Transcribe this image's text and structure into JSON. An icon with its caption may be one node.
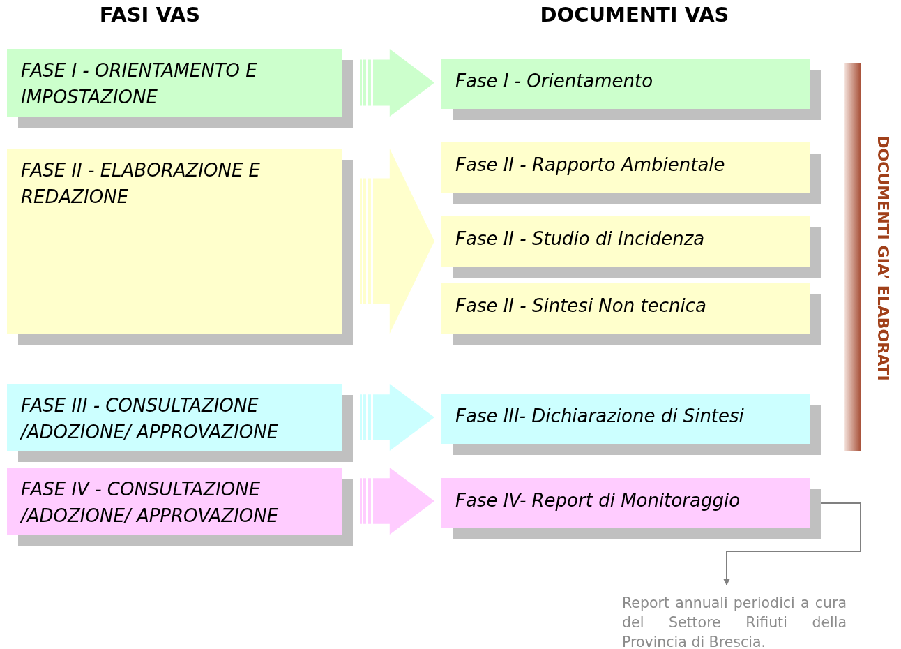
{
  "diagram": {
    "nodes": [
      {
        "text": [
          "FASE I - ORIENTAMENTO E IMPOSTAZIONE"
        ]
      },
      {
        "text": [
          "FASE II - ELABORAZIONE E REDAZIONE"
        ]
      },
      {
        "text": [
          "FASE III - CONSULTAZIONE /ADOZIONE/ APPROVAZIONE"
        ]
      },
      {
        "text": [
          "FASE IV - CONSULTAZIONE /ADOZIONE/ APPROVAZIONE"
        ]
      },
      {
        "text": [
          "Fase I - Orientamento"
        ]
      },
      {
        "text": [
          "Fase II - Rapporto Ambientale"
        ]
      },
      {
        "text": [
          "Fase II - Studio di Incidenza"
        ]
      },
      {
        "text": [
          "Fase II - Sintesi Non tecnica"
        ]
      },
      {
        "text": [
          "Fase III- Dichiarazione di Sintesi"
        ]
      },
      {
        "text": [
          "Fase IV- Report di Monitoraggio"
        ]
      },
      {
        "text": [
          "Report annuali periodici a cura del Settore Rifiuti della Provincia di Brescia."
        ]
      },
      {
        "text": [],
        "shape": "bar"
      }
    ],
    "edges": [
      {
        "from": 0,
        "to": 4,
        "arrow": "to",
        "style": "thick",
        "color": "#ccffcc"
      },
      {
        "from": 1,
        "to": 5,
        "arrow": "to",
        "style": "thick",
        "color": "#ffffcc"
      },
      {
        "from": 1,
        "to": 6,
        "arrow": "to",
        "style": "thick",
        "color": "#ffffcc"
      },
      {
        "from": 1,
        "to": 7,
        "arrow": "to",
        "style": "thick",
        "color": "#ffffcc"
      },
      {
        "from": 2,
        "to": 8,
        "arrow": "to",
        "style": "thick",
        "color": "#ccffff"
      },
      {
        "from": 3,
        "to": 9,
        "arrow": "to",
        "style": "thick",
        "color": "#ffccff"
      },
      {
        "from": 9,
        "to": 10,
        "arrow": "to",
        "color": "#808080"
      }
    ],
    "labels": [
      "FASI VAS",
      "DOCUMENTI VAS",
      "DOCUMENTI GIA’ ELABORATI"
    ]
  }
}
